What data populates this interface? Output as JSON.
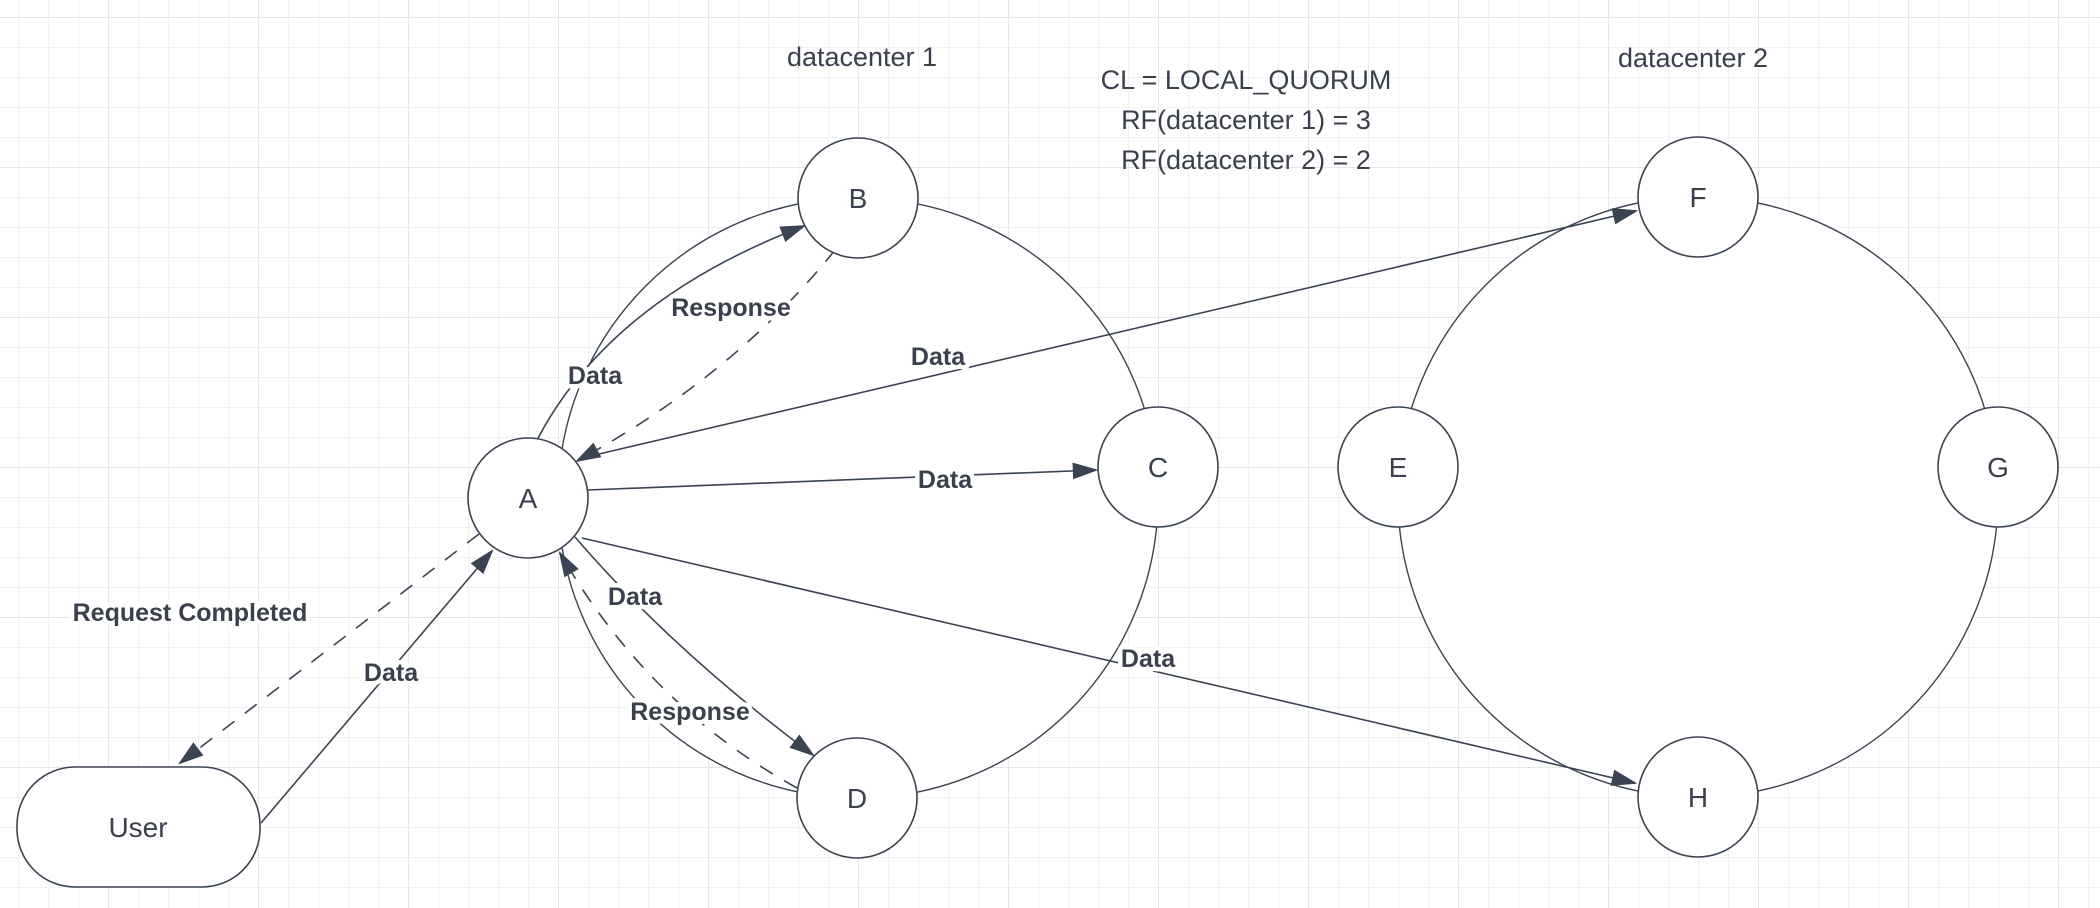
{
  "titles": {
    "dc1": "datacenter 1",
    "dc2": "datacenter 2"
  },
  "annotation": {
    "line1": "CL = LOCAL_QUORUM",
    "line2": "RF(datacenter 1) = 3",
    "line3": "RF(datacenter 2) = 2"
  },
  "nodes": {
    "a": "A",
    "b": "B",
    "c": "C",
    "d": "D",
    "e": "E",
    "f": "F",
    "g": "G",
    "h": "H"
  },
  "user": {
    "label": "User"
  },
  "edge_labels": {
    "data": "Data",
    "response": "Response",
    "request_completed": "Request Completed"
  },
  "colors": {
    "stroke": "#3b4452",
    "text": "#3a414d",
    "shape_fill": "#ffffff",
    "grid_minor": "#f0f1f2",
    "grid_major": "#e4e6e8",
    "background": "#ffffff"
  }
}
